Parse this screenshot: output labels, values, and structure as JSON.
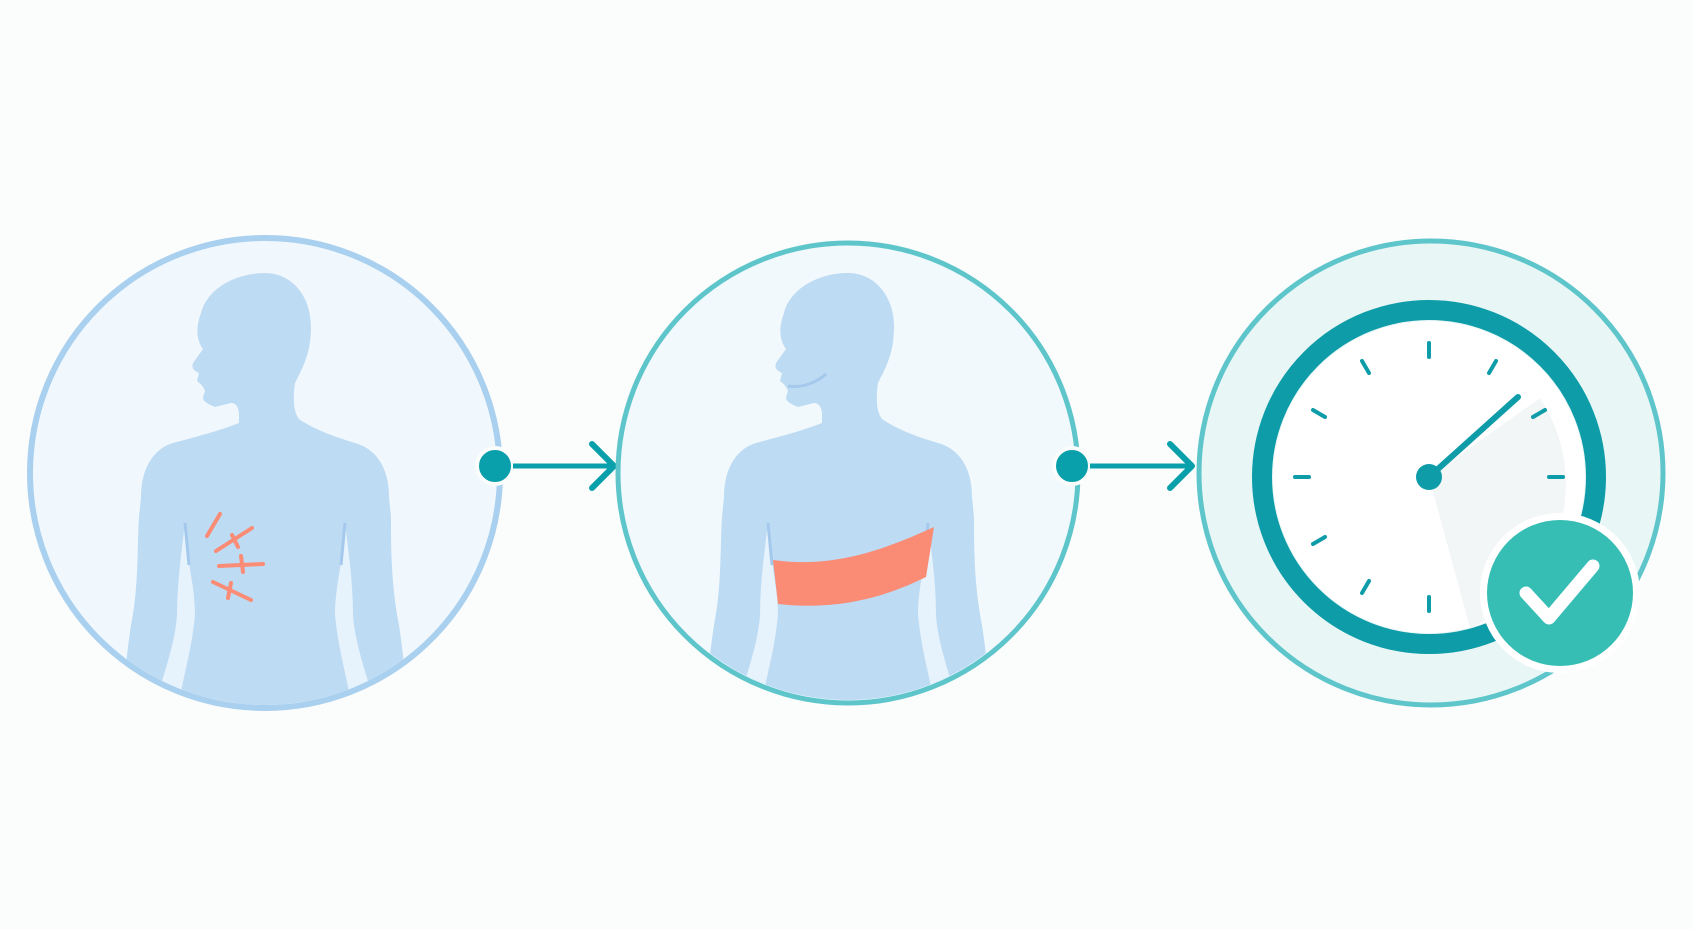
{
  "diagram": {
    "steps": [
      {
        "id": "injury",
        "icon": "silhouette-with-rib-fracture-marks-icon"
      },
      {
        "id": "bandage",
        "icon": "silhouette-with-chest-binder-icon"
      },
      {
        "id": "recovery",
        "icon": "clock-with-checkmark-icon"
      }
    ],
    "connectors": [
      "arrow-right-icon",
      "arrow-right-icon"
    ]
  },
  "colors": {
    "background": "#fbfcfc",
    "step1_ring": "#a9d0ee",
    "step1_fill": "#f1f8fd",
    "teal_ring": "#5ec6cb",
    "step2_fill": "#f1f9fc",
    "step3_fill": "#e8f6f6",
    "silhouette": "#bedbf4",
    "silhouette_shadow": "#a4c9ec",
    "accent_coral": "#fa8c75",
    "arrow_teal": "#0aa0ab",
    "clock_ring": "#0d9ca8",
    "clock_face": "#ffffff",
    "check_badge": "#36beb5"
  }
}
